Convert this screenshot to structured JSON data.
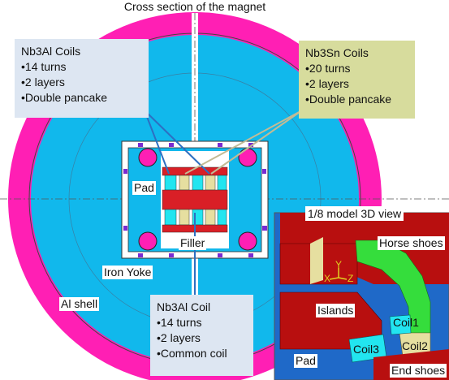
{
  "title": "Cross section of the magnet",
  "nb3al_coils": {
    "heading": "Nb3Al Coils",
    "items": [
      "•14 turns",
      "•2 layers",
      "•Double pancake"
    ]
  },
  "nb3sn_coils": {
    "heading": "Nb3Sn Coils",
    "items": [
      "•20 turns",
      "•2 layers",
      "•Double pancake"
    ]
  },
  "nb3al_coil": {
    "heading": "Nb3Al Coil",
    "items": [
      "•14 turns",
      "•2 layers",
      "•Common coil"
    ]
  },
  "labels": {
    "pad": "Pad",
    "filler": "Filler",
    "iron_yoke": "Iron Yoke",
    "al_shell": "Al shell"
  },
  "inset": {
    "title": "1/8 model 3D view",
    "horse_shoes": "Horse shoes",
    "islands": "Islands",
    "coil1": "Coil1",
    "coil2": "Coil2",
    "coil3": "Coil3",
    "pad": "Pad",
    "end_shoes": "End shoes",
    "axes": [
      "X",
      "Y",
      "Z"
    ]
  },
  "colors": {
    "al_shell": "#ff1fb4",
    "iron_yoke": "#11b8ec",
    "pad_white": "#ffffff",
    "coil_red": "#d91f26",
    "coil_cyan": "#22e5f0",
    "coil_beige": "#e6dfa0",
    "inset_red": "#b80f0f",
    "inset_blue": "#1f69c8",
    "inset_green": "#35dd3c",
    "nb3al_box": "#dde6f2",
    "nb3sn_box": "#d7dc9d",
    "pointer_blue": "#2d6fc2",
    "pointer_tan": "#c2bb95"
  }
}
